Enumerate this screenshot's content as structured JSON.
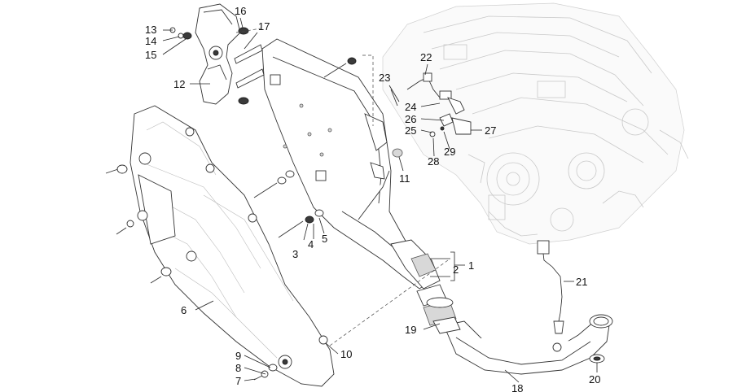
{
  "callouts": [
    {
      "num": "1"
    },
    {
      "num": "2"
    },
    {
      "num": "3"
    },
    {
      "num": "4"
    },
    {
      "num": "5"
    },
    {
      "num": "6"
    },
    {
      "num": "7"
    },
    {
      "num": "8"
    },
    {
      "num": "9"
    },
    {
      "num": "10"
    },
    {
      "num": "11"
    },
    {
      "num": "12"
    },
    {
      "num": "13"
    },
    {
      "num": "14"
    },
    {
      "num": "15"
    },
    {
      "num": "16"
    },
    {
      "num": "17"
    },
    {
      "num": "18"
    },
    {
      "num": "19"
    },
    {
      "num": "20"
    },
    {
      "num": "21"
    },
    {
      "num": "22"
    },
    {
      "num": "23"
    },
    {
      "num": "24"
    },
    {
      "num": "25"
    },
    {
      "num": "26"
    },
    {
      "num": "27"
    },
    {
      "num": "28"
    },
    {
      "num": "29"
    }
  ],
  "colors": {
    "line": "#333333",
    "engine_line": "#c9c9c9",
    "text": "#111111",
    "background": "#ffffff"
  }
}
